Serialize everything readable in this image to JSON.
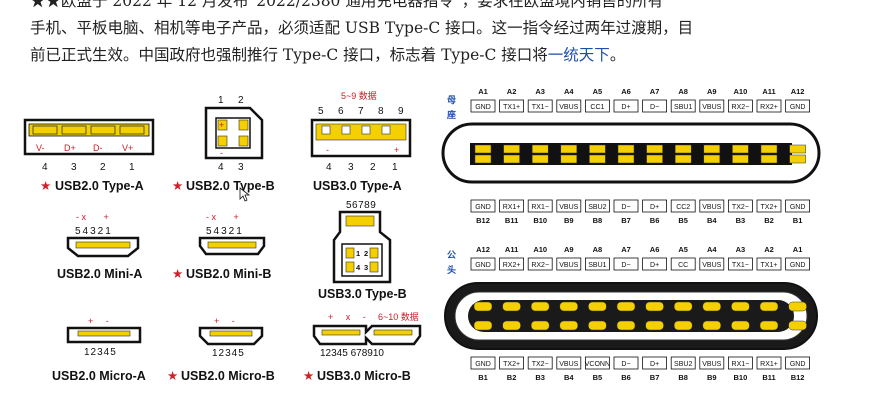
{
  "paragraph": {
    "line1": "★★欧盟于 2022 年 12 月发布“2022/2380 通用充电器指令”，要求在欧盟境内销售的所有",
    "line2": "手机、平板电脑、相机等电子产品，必须适配 USB Type-C 接口。这一指令经过两年过渡期，目",
    "line3_main": "前已正式生效。中国政府也强制推行 Type-C 接口，标志着 Type-C 接口将",
    "line3_highlight": "一统天下",
    "line3_end": "。"
  },
  "connectors": {
    "usb20a": {
      "star": "★",
      "label": "USB2.0 Type-A",
      "pins": [
        "4",
        "3",
        "2",
        "1"
      ],
      "pin_signals": [
        "V-",
        "D+",
        "D-",
        "V+"
      ]
    },
    "usb20b": {
      "star": "★",
      "label": "USB2.0 Type-B",
      "top_pins": [
        "1",
        "2"
      ],
      "bottom_pins": [
        "4",
        "3"
      ],
      "signs": [
        "+",
        "-"
      ]
    },
    "usb30a": {
      "label": "USB3.0 Type-A",
      "range_note": "5~9 数据",
      "top_pins": [
        "5",
        "6",
        "7",
        "8",
        "9"
      ],
      "bottom_pins": [
        "4",
        "3",
        "2",
        "1"
      ],
      "signs": [
        "-",
        "+"
      ]
    },
    "usb20minia": {
      "label": "USB2.0 Mini-A",
      "signs": "- x       +",
      "pins": "54321"
    },
    "usb20minib": {
      "star": "★",
      "label": "USB2.0 Mini-B",
      "signs": "- x       +",
      "pins": "54321"
    },
    "usb30b": {
      "label": "USB3.0 Type-B",
      "pins": "56789",
      "side_pins": [
        "1",
        "2",
        "4",
        "3"
      ]
    },
    "usb20microa": {
      "label": "USB2.0 Micro-A",
      "signs": "+     -",
      "pins": "12345"
    },
    "usb20microb": {
      "star": "★",
      "label": "USB2.0 Micro-B",
      "signs": "+     -",
      "pins": "12345"
    },
    "usb30microb": {
      "star": "★",
      "label": "USB3.0 Micro-B",
      "signs": "+     x     -",
      "range_note": "6~10 数据",
      "pins": "12345 678910"
    }
  },
  "typec": {
    "receptacle_label": "母座",
    "plug_label": "公头",
    "receptacle_top_nums": [
      "A1",
      "A2",
      "A3",
      "A4",
      "A5",
      "A6",
      "A7",
      "A8",
      "A9",
      "A10",
      "A11",
      "A12"
    ],
    "receptacle_top_signals": [
      "GND",
      "TX1+",
      "TX1−",
      "VBUS",
      "CC1",
      "D+",
      "D−",
      "SBU1",
      "VBUS",
      "RX2−",
      "RX2+",
      "GND"
    ],
    "receptacle_bottom_signals": [
      "GND",
      "RX1+",
      "RX1−",
      "VBUS",
      "SBU2",
      "D−",
      "D+",
      "CC2",
      "VBUS",
      "TX2−",
      "TX2+",
      "GND"
    ],
    "receptacle_bottom_nums": [
      "B12",
      "B11",
      "B10",
      "B9",
      "B8",
      "B7",
      "B6",
      "B5",
      "B4",
      "B3",
      "B2",
      "B1"
    ],
    "plug_top_nums": [
      "A12",
      "A11",
      "A10",
      "A9",
      "A8",
      "A7",
      "A6",
      "A5",
      "A4",
      "A3",
      "A2",
      "A1"
    ],
    "plug_top_signals": [
      "GND",
      "RX2+",
      "RX2−",
      "VBUS",
      "SBU1",
      "D−",
      "D+",
      "CC",
      "VBUS",
      "TX1−",
      "TX1+",
      "GND"
    ],
    "plug_bottom_signals": [
      "GND",
      "TX2+",
      "TX2−",
      "VBUS",
      "VCONN",
      "D−",
      "D+",
      "SBU2",
      "VBUS",
      "RX1−",
      "RX1+",
      "GND"
    ],
    "plug_bottom_nums": [
      "B1",
      "B2",
      "B3",
      "B4",
      "B5",
      "B6",
      "B7",
      "B8",
      "B9",
      "B10",
      "B11",
      "B12"
    ]
  },
  "colors": {
    "gold": "#f5d000",
    "red": "#d0202a",
    "blue": "#1e4fa8",
    "dark": "#1a1a1a"
  }
}
